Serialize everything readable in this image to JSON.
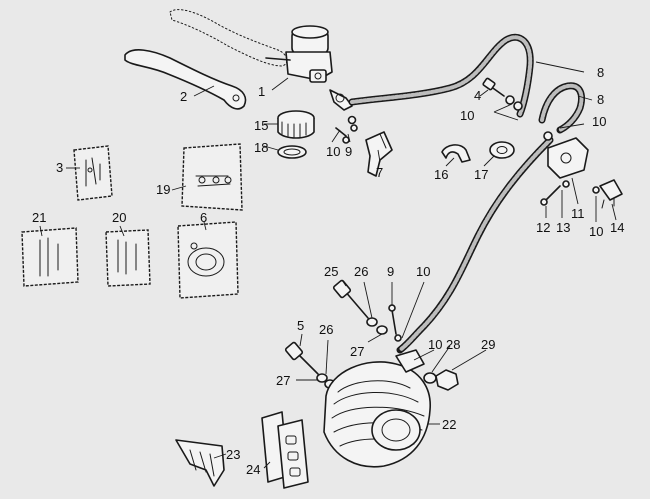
{
  "diagram": {
    "callouts": [
      {
        "id": "c1",
        "text": "1"
      },
      {
        "id": "c2",
        "text": "2"
      },
      {
        "id": "c3",
        "text": "3"
      },
      {
        "id": "c4",
        "text": "4"
      },
      {
        "id": "c5",
        "text": "5"
      },
      {
        "id": "c6",
        "text": "6"
      },
      {
        "id": "c7",
        "text": "7"
      },
      {
        "id": "c8a",
        "text": "8"
      },
      {
        "id": "c8b",
        "text": "8"
      },
      {
        "id": "c9a",
        "text": "9"
      },
      {
        "id": "c9b",
        "text": "9"
      },
      {
        "id": "c10a",
        "text": "10"
      },
      {
        "id": "c10b",
        "text": "10"
      },
      {
        "id": "c10c",
        "text": "10"
      },
      {
        "id": "c10d",
        "text": "10"
      },
      {
        "id": "c10e",
        "text": "10"
      },
      {
        "id": "c10f",
        "text": "10"
      },
      {
        "id": "c11",
        "text": "11"
      },
      {
        "id": "c12",
        "text": "12"
      },
      {
        "id": "c13",
        "text": "13"
      },
      {
        "id": "c14",
        "text": "14"
      },
      {
        "id": "c15",
        "text": "15"
      },
      {
        "id": "c16",
        "text": "16"
      },
      {
        "id": "c17",
        "text": "17"
      },
      {
        "id": "c18",
        "text": "18"
      },
      {
        "id": "c19",
        "text": "19"
      },
      {
        "id": "c20",
        "text": "20"
      },
      {
        "id": "c21",
        "text": "21"
      },
      {
        "id": "c22",
        "text": "22"
      },
      {
        "id": "c23",
        "text": "23"
      },
      {
        "id": "c24",
        "text": "24"
      },
      {
        "id": "c25",
        "text": "25"
      },
      {
        "id": "c26a",
        "text": "26"
      },
      {
        "id": "c26b",
        "text": "26"
      },
      {
        "id": "c27a",
        "text": "27"
      },
      {
        "id": "c27b",
        "text": "27"
      },
      {
        "id": "c28",
        "text": "28"
      },
      {
        "id": "c29",
        "text": "29"
      }
    ]
  }
}
